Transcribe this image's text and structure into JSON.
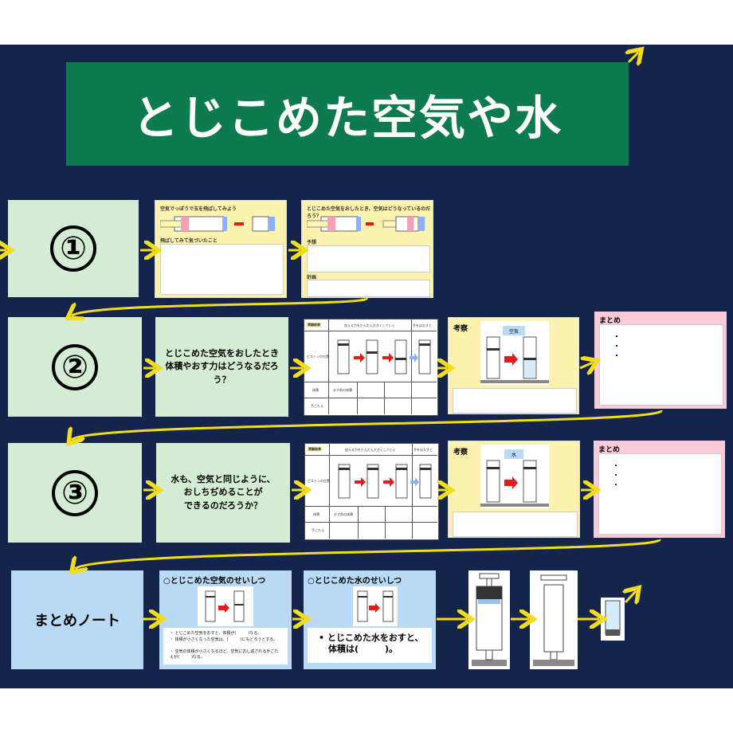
{
  "title": "とじこめた空気や水",
  "rows": {
    "row1": {
      "label": "①"
    },
    "row2": {
      "label": "②",
      "question": "とじこめた空気をおしたとき\n体積やおす力はどうなるだろう？"
    },
    "row3": {
      "label": "③",
      "question": "水も、空気と同じように、\nおしちぢめることが\nできるのだろうか？"
    },
    "row4": {
      "label": "まとめノート"
    }
  },
  "cards": {
    "air_gun": {
      "header": "空気でっぽうで玉を飛ばしてみよう",
      "subheader": "飛ばしてみて気づいたこと"
    },
    "air_push": {
      "header": "とじこめた空気をおしたとき、空気はどうなっているのだろう？",
      "prediction": "予想",
      "plan": "計画"
    },
    "result2": {
      "header": "実験結果",
      "col1": "加える力をだんだん大きくしていく",
      "col2": "手をはなすと",
      "row1": "ピストンの位置",
      "row2": "体積",
      "row2val": "おす前の体積",
      "row3": "手ごたえ"
    },
    "consider2": {
      "header": "考察",
      "tag": "空気"
    },
    "summary2": {
      "header": "まとめ",
      "bullets": [
        "・",
        "・",
        "・"
      ]
    },
    "result3": {
      "header": "実験結果",
      "col1": "加える力をだんだん大きくしていく",
      "col2": "手をはなすと",
      "row1": "ピストンの位置",
      "row2": "体積",
      "row2val": "おす前の体積",
      "row3": "手ごたえ"
    },
    "consider3": {
      "header": "考察",
      "tag": "水"
    },
    "summary3": {
      "header": "まとめ",
      "bullets": [
        "・",
        "・",
        "・"
      ]
    },
    "note_air": {
      "header": "○とじこめた空気のせいしつ",
      "items": [
        "・ とじこめた空気をおすと、体積が(　　　)なる。",
        "・ 体積が小さくなった空気は、(　　　)にもどろうとする。",
        "・ 空気の体積が小さくなるほど、空気におし返される手ごたえが(　　　)なる。"
      ]
    },
    "note_water": {
      "header": "○とじこめた水のせいしつ",
      "item_line1": "• とじこめた水をおすと、",
      "item_line2": "体積は(　　　)。"
    }
  }
}
